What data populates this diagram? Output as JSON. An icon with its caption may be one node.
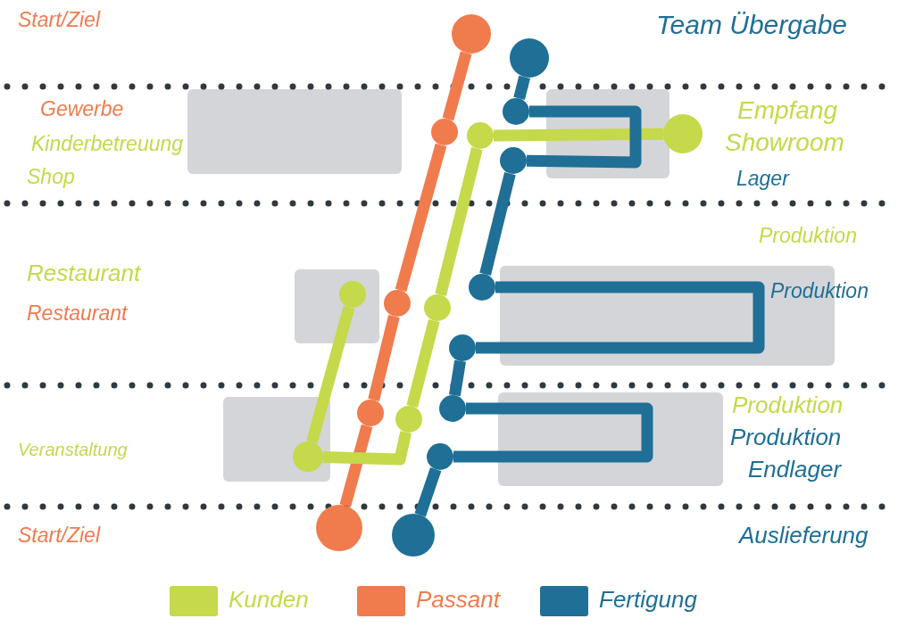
{
  "diagram": {
    "nodes": [
      {
        "text": [],
        "shape": "circle"
      },
      {
        "text": [],
        "shape": "circle"
      },
      {
        "text": [],
        "shape": "circle"
      },
      {
        "text": [],
        "shape": "circle"
      },
      {
        "text": [],
        "shape": "circle"
      },
      {
        "text": [],
        "shape": "circle"
      },
      {
        "text": [],
        "shape": "circle"
      },
      {
        "text": [],
        "shape": "circle"
      },
      {
        "text": [],
        "shape": "circle"
      },
      {
        "text": [],
        "shape": "circle"
      },
      {
        "text": [],
        "shape": "circle"
      },
      {
        "text": [],
        "shape": "circle"
      },
      {
        "text": [],
        "shape": "circle"
      },
      {
        "text": [],
        "shape": "circle"
      },
      {
        "text": [],
        "shape": "circle"
      },
      {
        "text": [],
        "shape": "circle"
      },
      {
        "text": [],
        "shape": "circle"
      },
      {
        "text": [],
        "shape": "circle"
      },
      {
        "text": [],
        "shape": "circle"
      }
    ],
    "edges": [
      {
        "from": 0,
        "to": 1,
        "arrow": "none",
        "color": "#f07b4d"
      },
      {
        "from": 1,
        "to": 2,
        "arrow": "none",
        "color": "#f07b4d"
      },
      {
        "from": 2,
        "to": 3,
        "arrow": "none",
        "color": "#f07b4d"
      },
      {
        "from": 3,
        "to": 4,
        "arrow": "none",
        "color": "#f07b4d"
      },
      {
        "from": 5,
        "to": 6,
        "arrow": "none",
        "color": "#c5d94a"
      },
      {
        "from": 6,
        "to": 7,
        "arrow": "none",
        "color": "#c5d94a"
      },
      {
        "from": 7,
        "to": 8,
        "arrow": "none",
        "color": "#c5d94a"
      },
      {
        "from": 8,
        "to": 9,
        "arrow": "none",
        "color": "#c5d94a"
      },
      {
        "from": 9,
        "to": 10,
        "arrow": "none",
        "color": "#c5d94a"
      },
      {
        "from": 11,
        "to": 12,
        "arrow": "none"
      },
      {
        "from": 12,
        "to": 13,
        "arrow": "none"
      },
      {
        "from": 13,
        "to": 14,
        "arrow": "none"
      },
      {
        "from": 14,
        "to": 15,
        "arrow": "none"
      },
      {
        "from": 15,
        "to": 16,
        "arrow": "none"
      },
      {
        "from": 16,
        "to": 17,
        "arrow": "none"
      },
      {
        "from": 17,
        "to": 18,
        "arrow": "none"
      }
    ],
    "labels": [
      "Start/Ziel",
      "Team Übergabe",
      "Gewerbe",
      "Empfang",
      "Kinderbetreuung",
      "Showroom",
      "Shop",
      "Lager",
      "Produktion",
      "Restaurant",
      "Produktion",
      "Restaurant",
      "Produktion",
      "Veranstaltung",
      "Produktion",
      "Endlager",
      "Start/Ziel",
      "Auslieferung"
    ],
    "legend": [
      {
        "text": "Kunden",
        "color": "#c5d94a"
      },
      {
        "text": "Passant",
        "color": "#f07b4d"
      },
      {
        "text": "Fertigung",
        "color": "#1f6f96"
      }
    ]
  }
}
